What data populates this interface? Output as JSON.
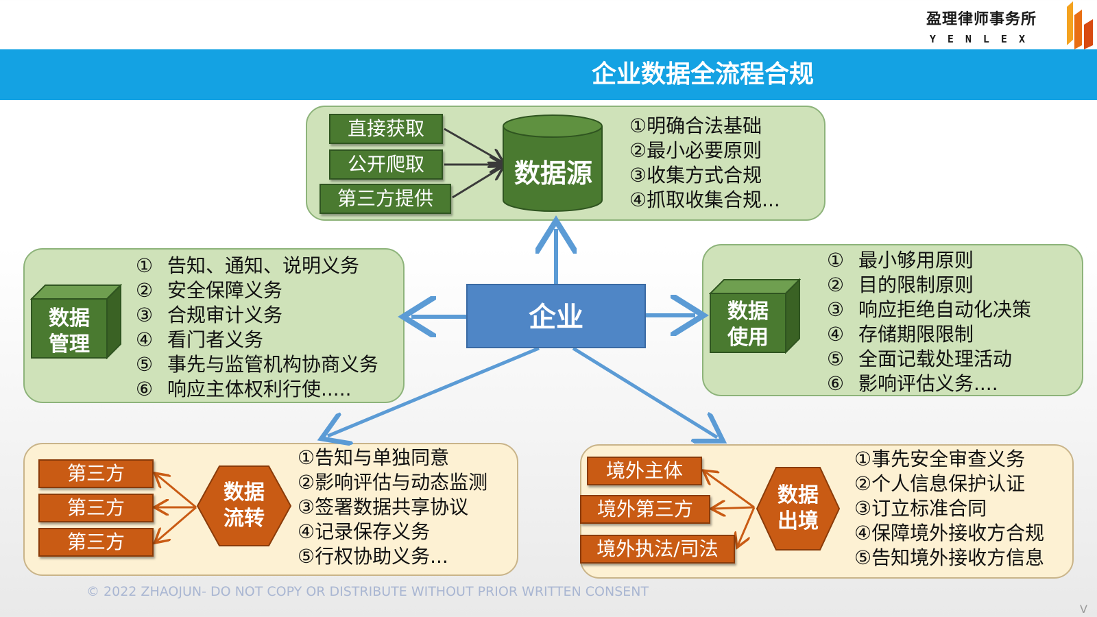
{
  "logo": {
    "cn": "盈理律师事务所",
    "en": "YENLEX",
    "bar_colors": [
      "#f4a21e",
      "#e96e12",
      "#d84a10"
    ]
  },
  "title": "企业数据全流程合规",
  "center": {
    "label": "企业"
  },
  "data_source": {
    "label": "数据源",
    "inputs": [
      "直接获取",
      "公开爬取",
      "第三方提供"
    ],
    "items": [
      "①明确合法基础",
      "②最小必要原则",
      "③收集方式合规",
      "④抓取收集合规..."
    ]
  },
  "data_management": {
    "label_line1": "数据",
    "label_line2": "管理",
    "items": [
      {
        "num": "①",
        "text": "告知、通知、说明义务"
      },
      {
        "num": "②",
        "text": "安全保障义务"
      },
      {
        "num": "③",
        "text": "合规审计义务"
      },
      {
        "num": "④",
        "text": "看门者义务"
      },
      {
        "num": "⑤",
        "text": "事先与监管机构协商义务"
      },
      {
        "num": "⑥",
        "text": "响应主体权利行使....."
      }
    ]
  },
  "data_use": {
    "label_line1": "数据",
    "label_line2": "使用",
    "items": [
      {
        "num": "①",
        "text": "最小够用原则"
      },
      {
        "num": "②",
        "text": "目的限制原则"
      },
      {
        "num": "③",
        "text": "响应拒绝自动化决策"
      },
      {
        "num": "④",
        "text": "存储期限限制"
      },
      {
        "num": "⑤",
        "text": "全面记载处理活动"
      },
      {
        "num": "⑥",
        "text": "影响评估义务...."
      }
    ]
  },
  "data_flow": {
    "label_line1": "数据",
    "label_line2": "流转",
    "parties": [
      "第三方",
      "第三方",
      "第三方"
    ],
    "items": [
      "①告知与单独同意",
      "②影响评估与动态监测",
      "③签署数据共享协议",
      "④记录保存义务",
      "⑤行权协助义务..."
    ]
  },
  "data_export": {
    "label_line1": "数据",
    "label_line2": "出境",
    "parties": [
      "境外主体",
      "境外第三方",
      "境外执法/司法"
    ],
    "items": [
      "①事先安全审查义务",
      "②个人信息保护认证",
      "③订立标准合同",
      "④保障境外接收方合规",
      "⑤告知境外接收方信息"
    ]
  },
  "footer": "© 2022 ZHAOJUN- DO NOT COPY OR DISTRIBUTE WITHOUT PRIOR WRITTEN CONSENT",
  "corner_mark": "V",
  "colors": {
    "title_bar": "#14a2e3",
    "green_panel": "#cfe2b9",
    "green_dark": "#4a7a30",
    "yellow_panel": "#fdf1d3",
    "orange": "#c95b14",
    "blue": "#4f86c6",
    "arrow_blue": "#5b9bd5"
  }
}
